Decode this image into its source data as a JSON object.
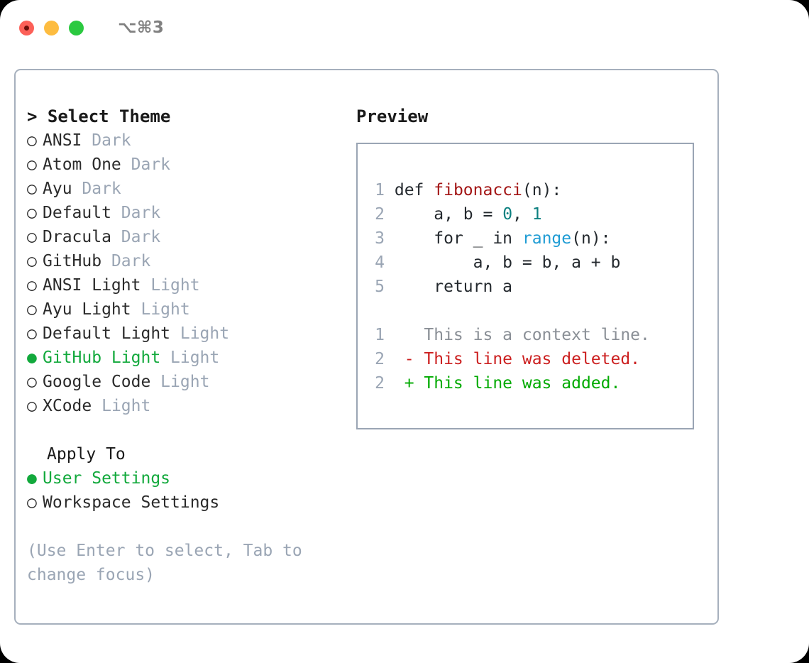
{
  "window": {
    "title": "⌥⌘3",
    "traffic_lights": [
      {
        "name": "close-button",
        "color": "#fc6058"
      },
      {
        "name": "minimize-button",
        "color": "#fdbc40"
      },
      {
        "name": "maximize-button",
        "color": "#2bc940"
      }
    ]
  },
  "theme_picker": {
    "caret": ">",
    "heading": "Select Theme",
    "bullet_unselected": "○",
    "bullet_selected": "●",
    "items": [
      {
        "label": "ANSI",
        "tag": "Dark",
        "selected": false
      },
      {
        "label": "Atom One",
        "tag": "Dark",
        "selected": false
      },
      {
        "label": "Ayu",
        "tag": "Dark",
        "selected": false
      },
      {
        "label": "Default",
        "tag": "Dark",
        "selected": false
      },
      {
        "label": "Dracula",
        "tag": "Dark",
        "selected": false
      },
      {
        "label": "GitHub",
        "tag": "Dark",
        "selected": false
      },
      {
        "label": "ANSI Light",
        "tag": "Light",
        "selected": false
      },
      {
        "label": "Ayu Light",
        "tag": "Light",
        "selected": false
      },
      {
        "label": "Default Light",
        "tag": "Light",
        "selected": false
      },
      {
        "label": "GitHub Light",
        "tag": "Light",
        "selected": true
      },
      {
        "label": "Google Code",
        "tag": "Light",
        "selected": false
      },
      {
        "label": "XCode",
        "tag": "Light",
        "selected": false
      }
    ]
  },
  "apply_to": {
    "heading": "Apply To",
    "items": [
      {
        "label": "User Settings",
        "selected": true
      },
      {
        "label": "Workspace Settings",
        "selected": false
      }
    ]
  },
  "hint": "(Use Enter to select, Tab to change focus)",
  "preview": {
    "title": "Preview",
    "code_lines": [
      {
        "num": "1",
        "tokens": [
          {
            "t": "def ",
            "c": "kw"
          },
          {
            "t": "fibonacci",
            "c": "fn"
          },
          {
            "t": "(n):",
            "c": "pl"
          }
        ]
      },
      {
        "num": "2",
        "tokens": [
          {
            "t": "    a, b = ",
            "c": "pl"
          },
          {
            "t": "0",
            "c": "num"
          },
          {
            "t": ", ",
            "c": "pl"
          },
          {
            "t": "1",
            "c": "num"
          }
        ]
      },
      {
        "num": "3",
        "tokens": [
          {
            "t": "    for _ in ",
            "c": "pl"
          },
          {
            "t": "range",
            "c": "bi"
          },
          {
            "t": "(n):",
            "c": "pl"
          }
        ]
      },
      {
        "num": "4",
        "tokens": [
          {
            "t": "        a, b = b, a + b",
            "c": "pl"
          }
        ]
      },
      {
        "num": "5",
        "tokens": [
          {
            "t": "    return a",
            "c": "pl"
          }
        ]
      }
    ],
    "diff_lines": [
      {
        "num": "1",
        "marker": " ",
        "text": "This is a context line.",
        "kind": "ctx"
      },
      {
        "num": "2",
        "marker": "-",
        "text": "This line was deleted.",
        "kind": "del"
      },
      {
        "num": "2",
        "marker": "+",
        "text": "This line was added.",
        "kind": "add"
      }
    ]
  },
  "colors": {
    "accent_green": "#12a93c",
    "muted": "#9aa5b4",
    "border": "#a6b0bd",
    "fn_red": "#a31515",
    "num_teal": "#0d8080",
    "builtin_blue": "#1f9cd4",
    "diff_del": "#cc2020",
    "diff_add": "#00aa00"
  }
}
